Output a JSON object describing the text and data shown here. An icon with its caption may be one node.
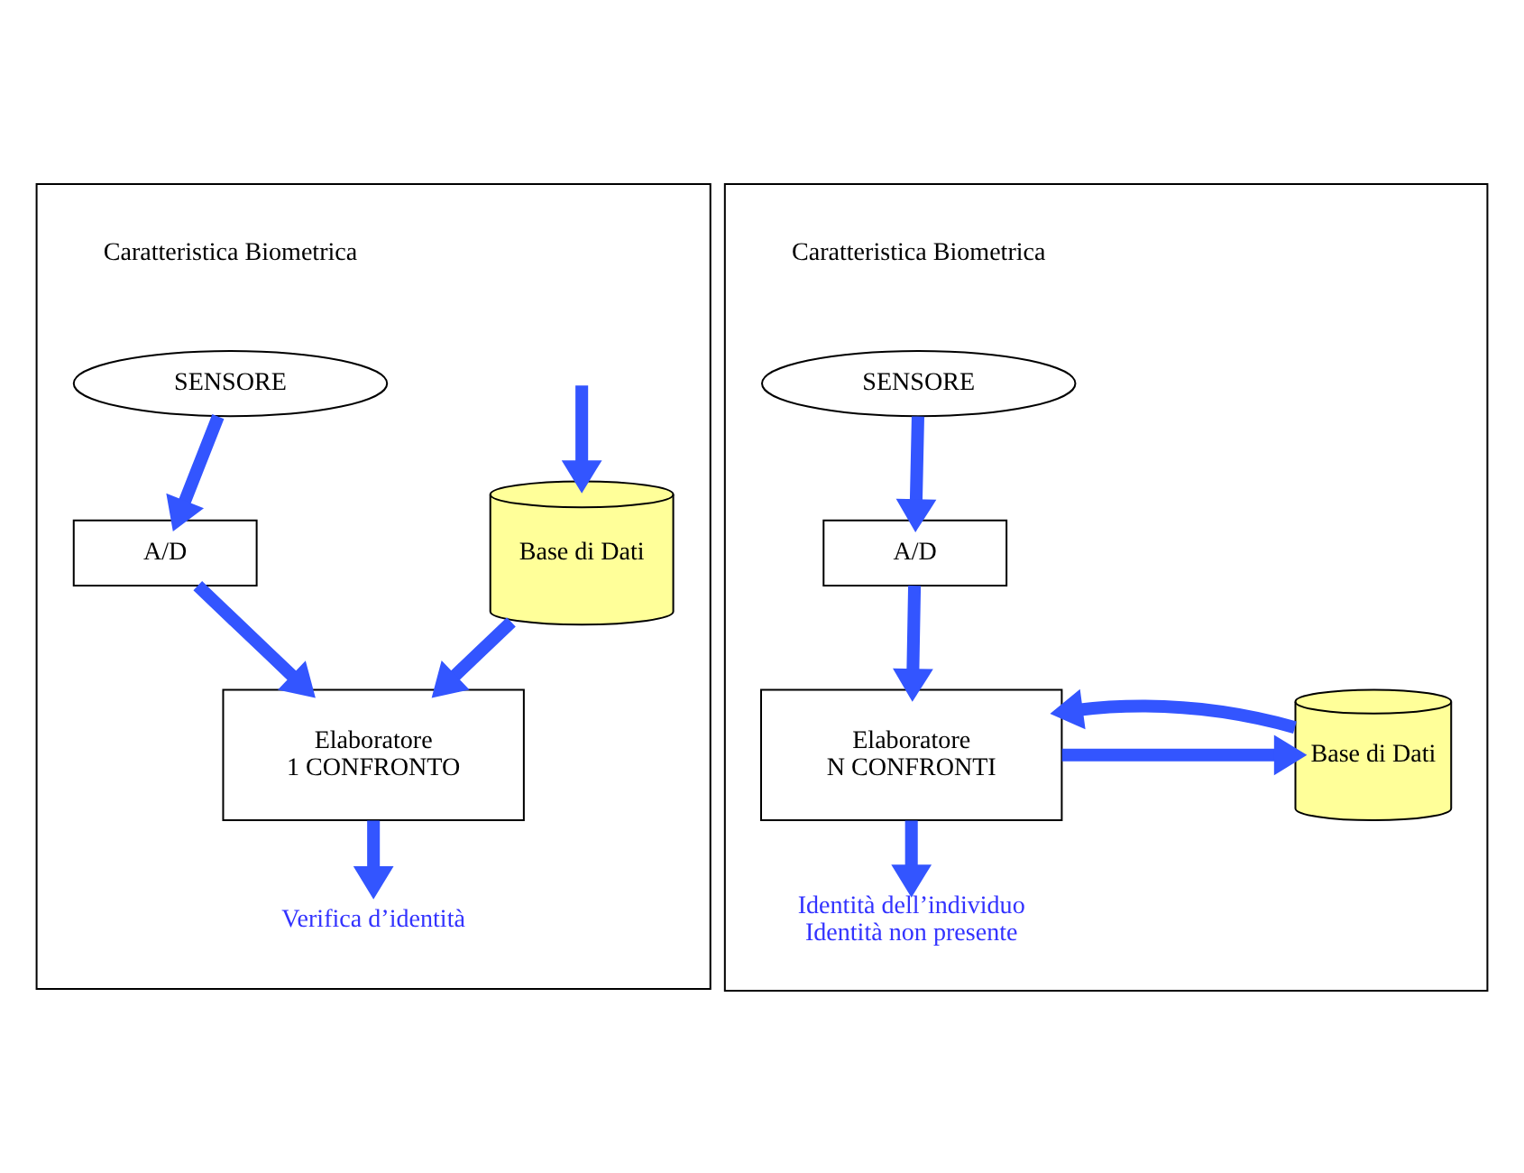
{
  "diagram": {
    "nodes": [
      {
        "text": [],
        "shape": "box"
      },
      {
        "text": [
          "Caratteristica Biometrica"
        ],
        "in": 0
      },
      {
        "text": [
          "SENSORE"
        ],
        "in": 0
      },
      {
        "text": [
          "A/D"
        ],
        "in": 0
      },
      {
        "text": [
          "Base di Dati"
        ],
        "in": 0
      },
      {
        "text": [
          "Elaboratore",
          "1 CONFRONTO"
        ],
        "in": 0
      },
      {
        "text": [
          "Verifica d’identità"
        ],
        "in": 0
      },
      {
        "text": [],
        "shape": "box"
      },
      {
        "text": [
          "Caratteristica Biometrica"
        ],
        "in": 7
      },
      {
        "text": [
          "SENSORE"
        ],
        "in": 7
      },
      {
        "text": [
          "A/D"
        ],
        "in": 7
      },
      {
        "text": [
          "Elaboratore",
          "N CONFRONTI"
        ],
        "in": 7
      },
      {
        "text": [
          "Base di Dati"
        ],
        "in": 7
      },
      {
        "text": [
          "Identità dell’individuo",
          "Identità non presente"
        ],
        "in": 7
      }
    ],
    "edges": [
      {
        "from": 2,
        "to": 3,
        "arrow": "to"
      },
      {
        "from": null,
        "to": 4,
        "arrow": "to"
      },
      {
        "from": 3,
        "to": 5,
        "arrow": "to"
      },
      {
        "from": 4,
        "to": 5,
        "arrow": "to"
      },
      {
        "from": 5,
        "to": 6,
        "arrow": "to"
      },
      {
        "from": 9,
        "to": 10,
        "arrow": "to"
      },
      {
        "from": 10,
        "to": 11,
        "arrow": "to"
      },
      {
        "from": 11,
        "to": 12,
        "arrow": "to"
      },
      {
        "from": 12,
        "to": 11,
        "arrow": "to"
      },
      {
        "from": 11,
        "to": 13,
        "arrow": "to"
      }
    ]
  }
}
